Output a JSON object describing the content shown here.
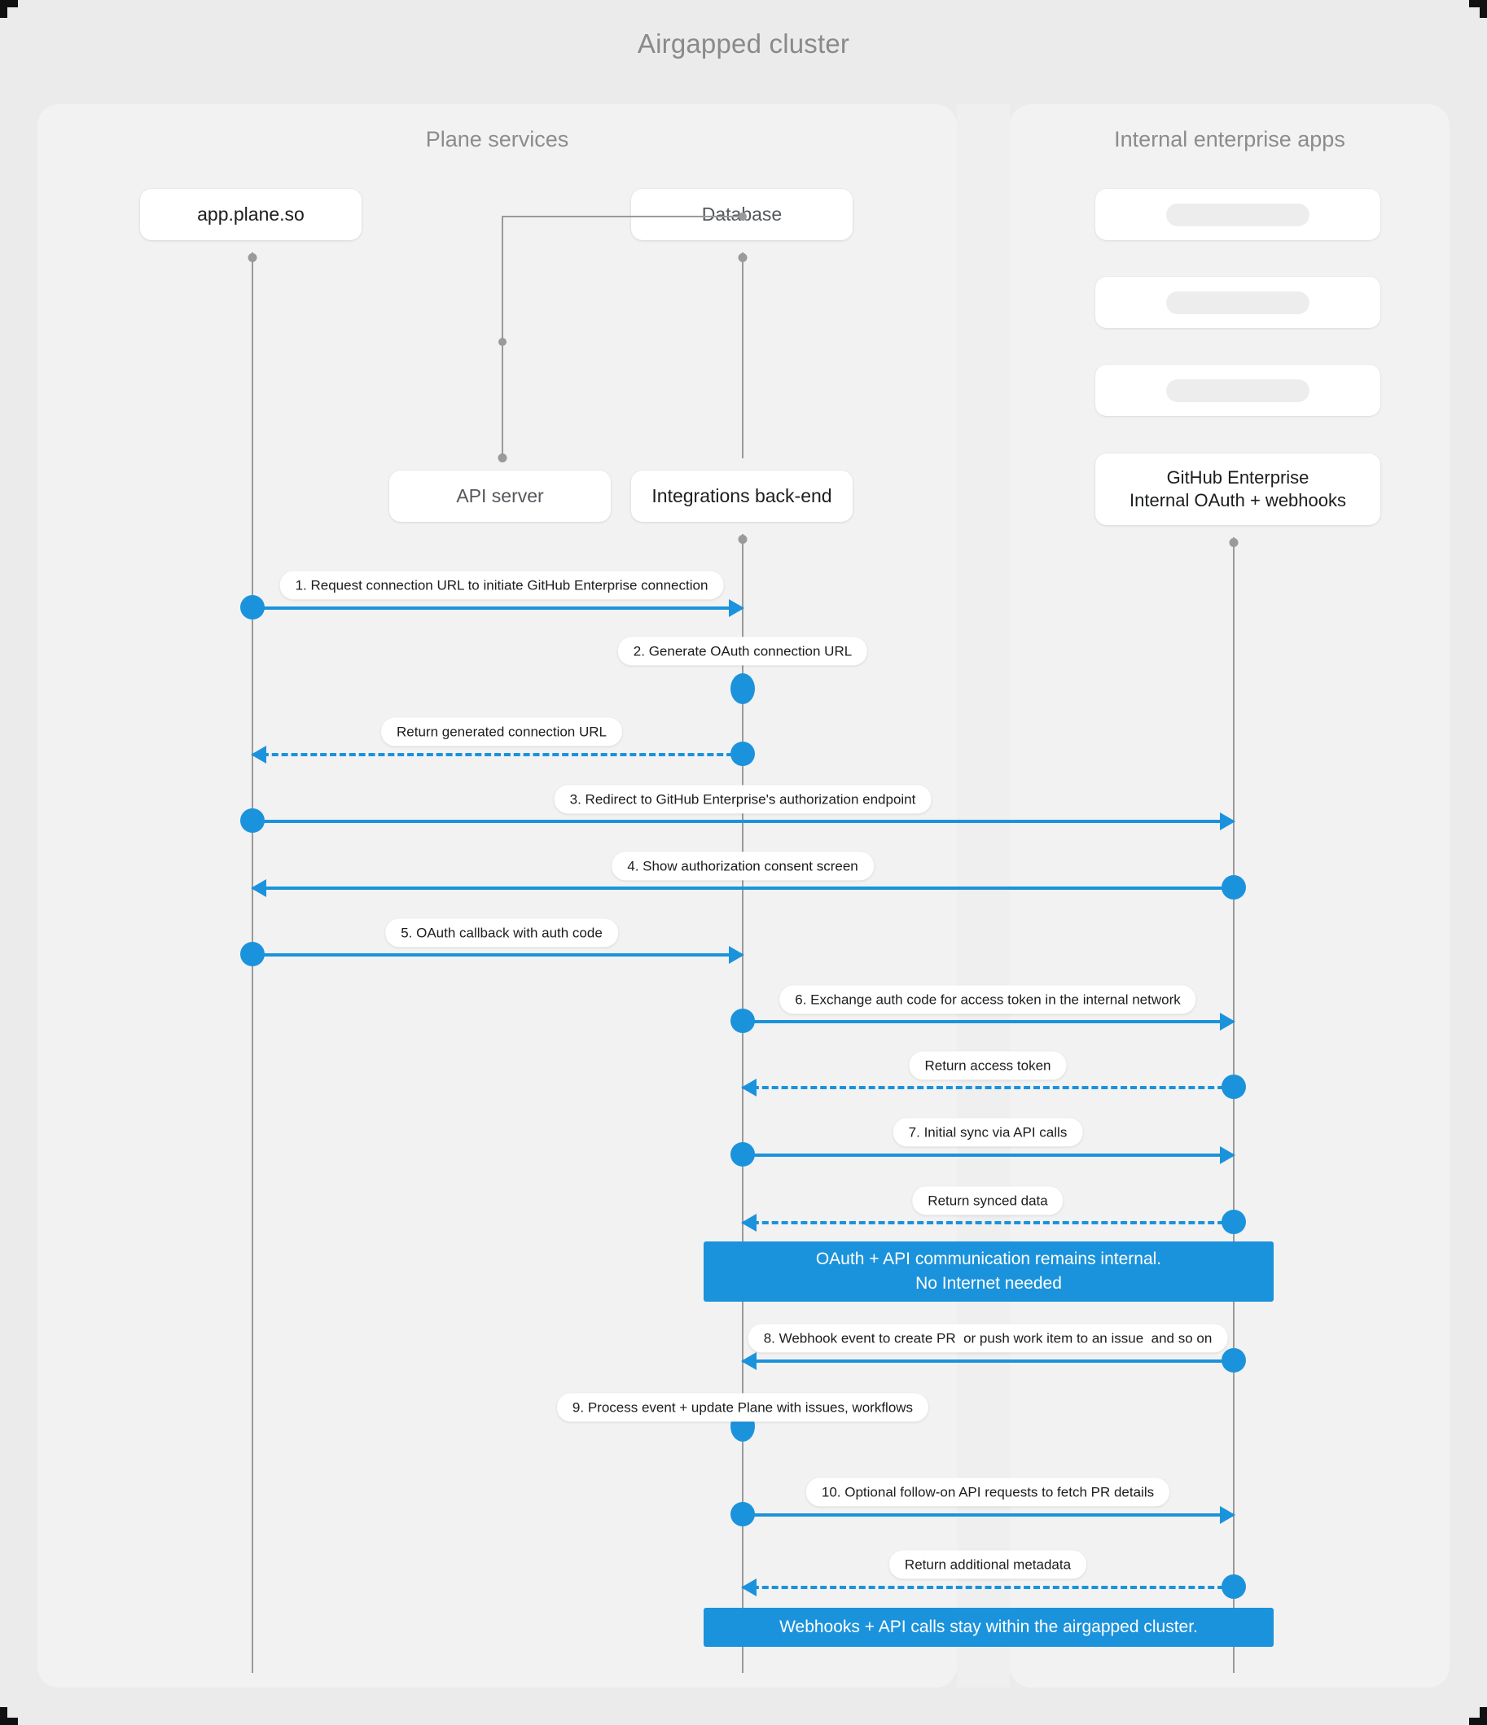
{
  "diagram": {
    "title": "Airgapped cluster",
    "accent_color": "#1b93dc",
    "background_color": "#ebebeb",
    "panel_color": "#f2f2f2"
  },
  "panels": [
    {
      "id": "plane",
      "title": "Plane services"
    },
    {
      "id": "enterprise",
      "title": "Internal enterprise apps"
    }
  ],
  "nodes": {
    "appplane": "app.plane.so",
    "database": "Database",
    "apiserver": "API server",
    "integrations": "Integrations back-end",
    "github_line1": "GitHub Enterprise",
    "github_line2": "Internal OAuth + webhooks"
  },
  "messages": [
    {
      "n": "1",
      "label": "1. Request connection URL to initiate GitHub Enterprise connection",
      "from": "app.plane.so",
      "to": "Integrations back-end",
      "direction": "right",
      "style": "solid"
    },
    {
      "n": "2",
      "label": "2. Generate OAuth connection URL",
      "from": "Integrations back-end",
      "to": "Integrations back-end",
      "direction": "self",
      "style": "solid"
    },
    {
      "n": "",
      "label": "Return generated connection URL",
      "from": "Integrations back-end",
      "to": "app.plane.so",
      "direction": "left",
      "style": "dashed"
    },
    {
      "n": "3",
      "label": "3. Redirect to GitHub Enterprise's authorization endpoint",
      "from": "app.plane.so",
      "to": "GitHub Enterprise",
      "direction": "right",
      "style": "solid"
    },
    {
      "n": "4",
      "label": "4. Show authorization consent screen",
      "from": "GitHub Enterprise",
      "to": "app.plane.so",
      "direction": "left",
      "style": "solid"
    },
    {
      "n": "5",
      "label": "5. OAuth callback with auth code",
      "from": "app.plane.so",
      "to": "Integrations back-end",
      "direction": "right",
      "style": "solid"
    },
    {
      "n": "6",
      "label": "6. Exchange auth code for access token in the internal network",
      "from": "Integrations back-end",
      "to": "GitHub Enterprise",
      "direction": "right",
      "style": "solid"
    },
    {
      "n": "",
      "label": "Return access token",
      "from": "GitHub Enterprise",
      "to": "Integrations back-end",
      "direction": "left",
      "style": "dashed"
    },
    {
      "n": "7",
      "label": "7. Initial sync via API calls",
      "from": "Integrations back-end",
      "to": "GitHub Enterprise",
      "direction": "right",
      "style": "solid"
    },
    {
      "n": "",
      "label": "Return synced data",
      "from": "GitHub Enterprise",
      "to": "Integrations back-end",
      "direction": "left",
      "style": "dashed"
    },
    {
      "n": "8",
      "label": "8. Webhook event to create PR  or push work item to an issue  and so on",
      "from": "GitHub Enterprise",
      "to": "Integrations back-end",
      "direction": "left",
      "style": "solid"
    },
    {
      "n": "9",
      "label": "9. Process event + update Plane with issues, workflows",
      "from": "Integrations back-end",
      "to": "Integrations back-end",
      "direction": "self",
      "style": "solid"
    },
    {
      "n": "10",
      "label": "10. Optional follow-on API requests to fetch PR details",
      "from": "Integrations back-end",
      "to": "GitHub Enterprise",
      "direction": "right",
      "style": "solid"
    },
    {
      "n": "",
      "label": "Return additional metadata",
      "from": "GitHub Enterprise",
      "to": "Integrations back-end",
      "direction": "left",
      "style": "dashed"
    }
  ],
  "notes": {
    "internal_line1": "OAuth + API communication remains internal.",
    "internal_line2": "No Internet needed",
    "airgap": "Webhooks + API calls stay within the airgapped cluster."
  }
}
